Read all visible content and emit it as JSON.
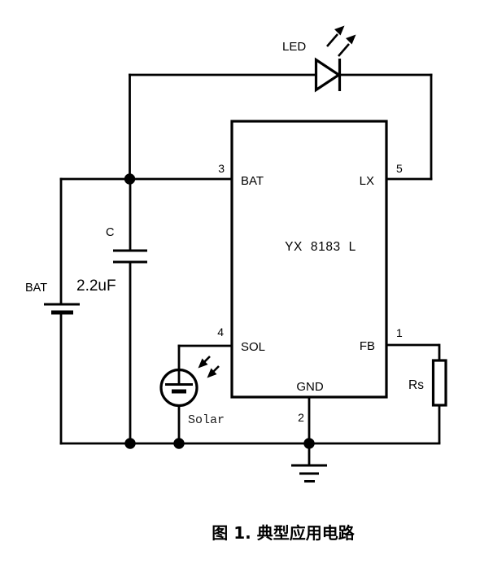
{
  "figure": {
    "caption": "图 1. 典型应用电路"
  },
  "ic": {
    "part_number": "YX 8183 L",
    "pins": {
      "bat": {
        "number": "3",
        "label": "BAT"
      },
      "lx": {
        "number": "5",
        "label": "LX"
      },
      "sol": {
        "number": "4",
        "label": "SOL"
      },
      "fb": {
        "number": "1",
        "label": "FB"
      },
      "gnd": {
        "number": "2",
        "label": "GND"
      }
    }
  },
  "components": {
    "led": {
      "label": "LED"
    },
    "battery": {
      "label": "BAT"
    },
    "capacitor": {
      "label": "C",
      "value": "2.2uF"
    },
    "solar_cell": {
      "label": "Solar"
    },
    "resistor": {
      "label": "Rs"
    }
  },
  "colors": {
    "line": "#000000",
    "background": "#ffffff"
  }
}
